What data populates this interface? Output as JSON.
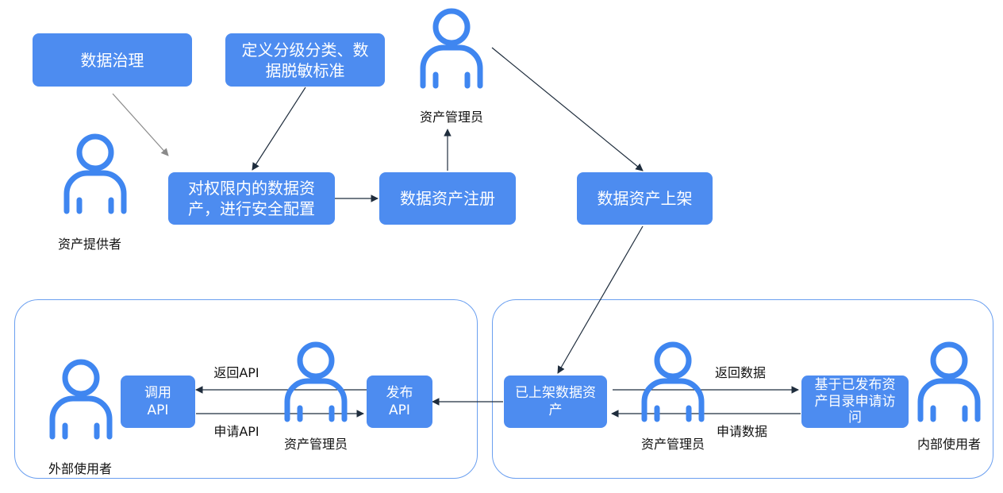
{
  "nodes": {
    "data_governance": "数据治理",
    "define_standards": "定义分级分类、数据脱敏标准",
    "security_config": "对权限内的数据资产，进行安全配置",
    "asset_register": "数据资产注册",
    "asset_listing": "数据资产上架",
    "listed_assets": "已上架数据资产",
    "apply_access": "基于已发布资产目录申请访问",
    "publish_api": "发布API",
    "call_api": "调用API"
  },
  "roles": {
    "asset_manager_top": "资产管理员",
    "asset_provider": "资产提供者",
    "asset_manager_left": "资产管理员",
    "asset_manager_right": "资产管理员",
    "external_user": "外部使用者",
    "internal_user": "内部使用者"
  },
  "edges": {
    "return_api": "返回API",
    "request_api": "申请API",
    "return_data": "返回数据",
    "request_data": "申请数据"
  },
  "colors": {
    "box": "#4d8cf0",
    "person": "#3f86f0",
    "frame": "#6a9ff0",
    "arrow": "#1f2d3d",
    "arrow_gray": "#8a8a8a"
  }
}
